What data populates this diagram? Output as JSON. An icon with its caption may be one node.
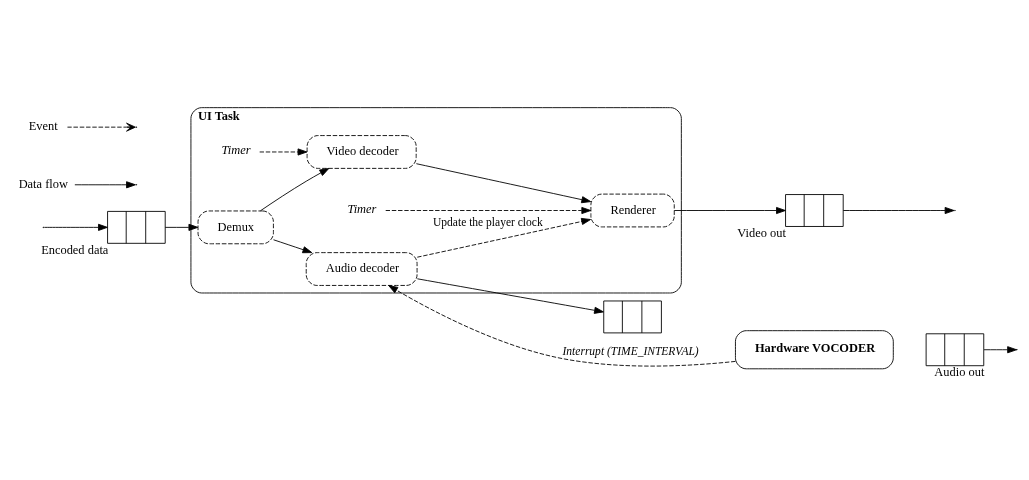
{
  "diagram": {
    "nodes": [
      {
        "text": [
          "UI Task"
        ]
      },
      {
        "text": [
          "Demux"
        ],
        "in": 0
      },
      {
        "text": [
          "Video decoder"
        ],
        "in": 0
      },
      {
        "text": [
          "Audio decoder"
        ],
        "in": 0
      },
      {
        "text": [
          "Renderer"
        ],
        "in": 0
      },
      {
        "text": [
          "Hardware VOCODER"
        ]
      },
      {
        "text": [],
        "shape": "queue",
        "beside": [
          "Encoded data"
        ]
      },
      {
        "text": [],
        "shape": "queue",
        "beside": [
          "Video out"
        ]
      },
      {
        "text": [],
        "shape": "queue"
      },
      {
        "text": [],
        "shape": "queue",
        "beside": [
          "Audio out"
        ]
      },
      {
        "text": [
          "Timer"
        ],
        "in": 0
      },
      {
        "text": [
          "Timer"
        ],
        "in": 0
      }
    ],
    "edges": [
      {
        "from": null,
        "to": 6,
        "arrow": "to"
      },
      {
        "from": 6,
        "to": 1,
        "arrow": "to"
      },
      {
        "from": 1,
        "to": 2,
        "arrow": "to"
      },
      {
        "from": 1,
        "to": 3,
        "arrow": "to"
      },
      {
        "from": 10,
        "to": 2,
        "arrow": "to",
        "style": "dashed"
      },
      {
        "from": 2,
        "to": 4,
        "arrow": "to"
      },
      {
        "from": 11,
        "to": 4,
        "arrow": "to",
        "style": "dashed"
      },
      {
        "from": 3,
        "to": 4,
        "arrow": "to",
        "style": "dashed",
        "label": "Update the player clock"
      },
      {
        "from": 4,
        "to": 7,
        "arrow": "to"
      },
      {
        "from": 7,
        "to": null,
        "arrow": "to"
      },
      {
        "from": 3,
        "to": 8,
        "arrow": "to"
      },
      {
        "from": 5,
        "to": 3,
        "arrow": "to",
        "style": "dashed",
        "label": "Interrupt (TIME_INTERVAL)"
      },
      {
        "from": 9,
        "to": null,
        "arrow": "to"
      }
    ],
    "legend": [
      {
        "text": "Event"
      },
      {
        "text": "Data flow"
      }
    ]
  }
}
